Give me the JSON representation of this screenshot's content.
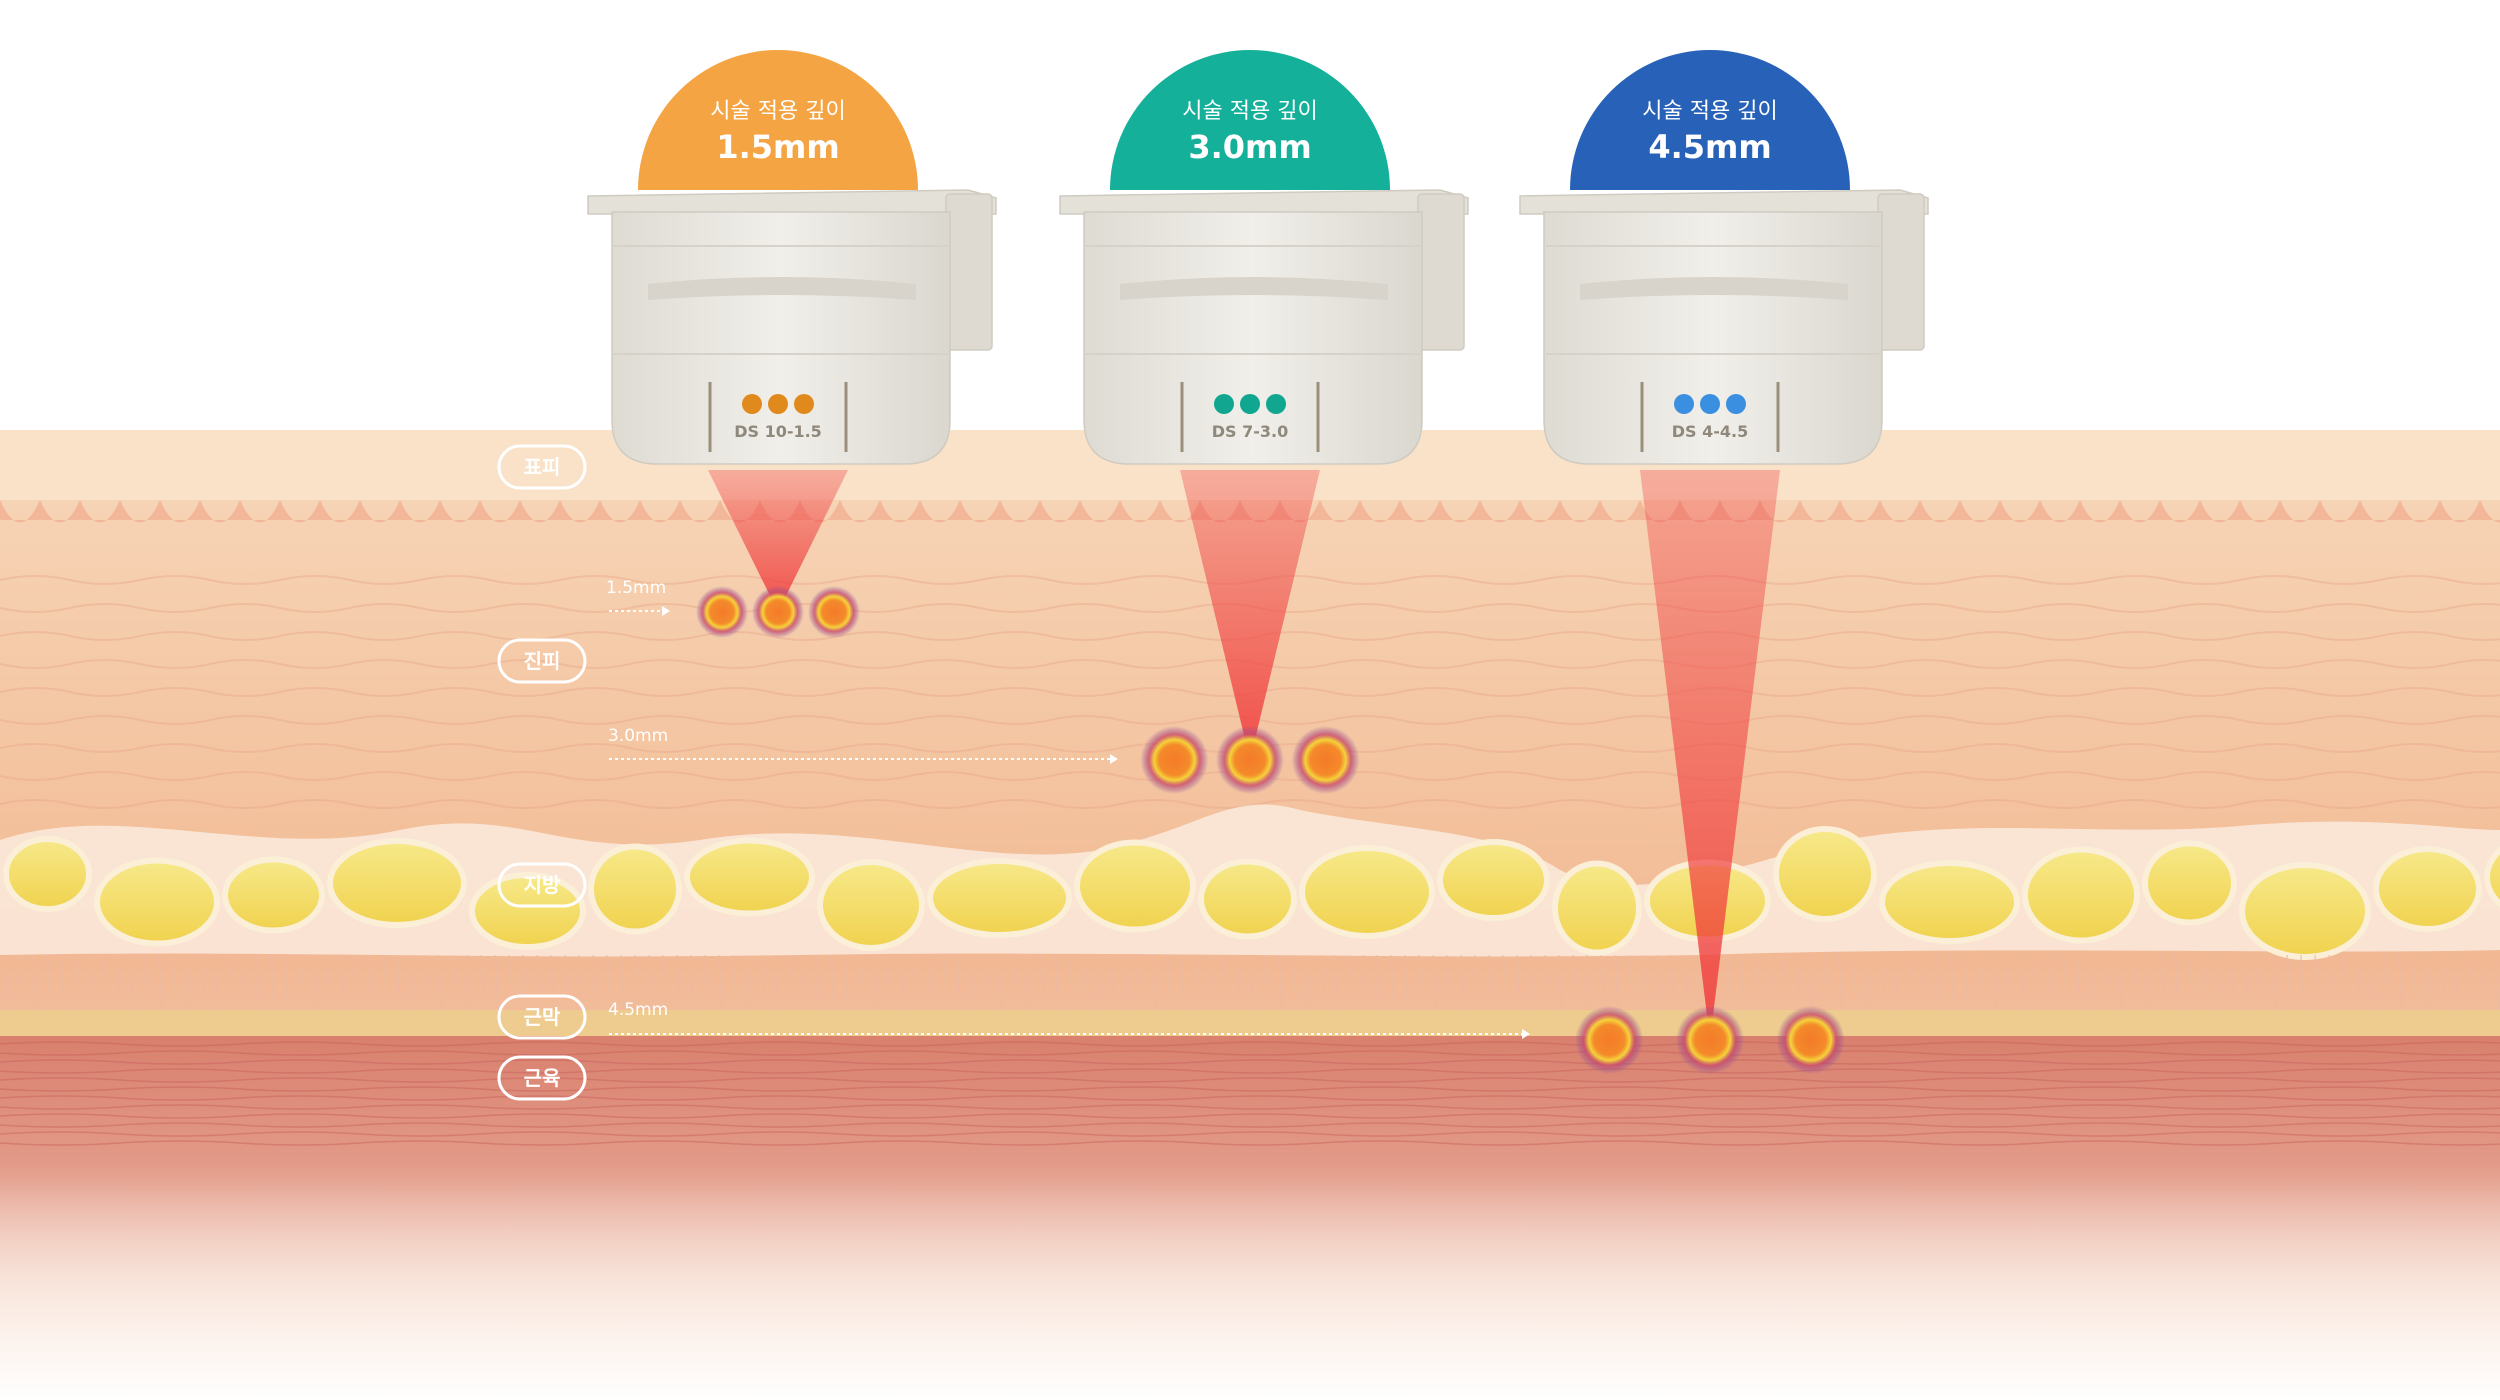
{
  "cartridges": [
    {
      "header": "시술 적용 깊이",
      "depth": "1.5mm",
      "model": "DS 10-1.5",
      "color": "#F4A443",
      "dot_color": "#E08A1E"
    },
    {
      "header": "시술 적용 깊이",
      "depth": "3.0mm",
      "model": "DS 7-3.0",
      "color": "#14B09A",
      "dot_color": "#10A68F"
    },
    {
      "header": "시술 적용 깊이",
      "depth": "4.5mm",
      "model": "DS 4-4.5",
      "color": "#2761B8",
      "dot_color": "#3A8FE0"
    }
  ],
  "layers": [
    {
      "label": "표피"
    },
    {
      "label": "진피"
    },
    {
      "label": "지방"
    },
    {
      "label": "근막"
    },
    {
      "label": "근육"
    }
  ],
  "depth_markers": [
    {
      "label": "1.5mm"
    },
    {
      "label": "3.0mm"
    },
    {
      "label": "4.5mm"
    }
  ],
  "colors": {
    "epidermis": "#F9DFC4",
    "dermis": "#F7C9A6",
    "fat": "#F5E06A",
    "fascia": "#EBC98A",
    "muscle": "#D9746A",
    "beam": "#F04A4A",
    "focal_core": "#F47A2A",
    "cartridge_body": "#ECEAE4"
  }
}
